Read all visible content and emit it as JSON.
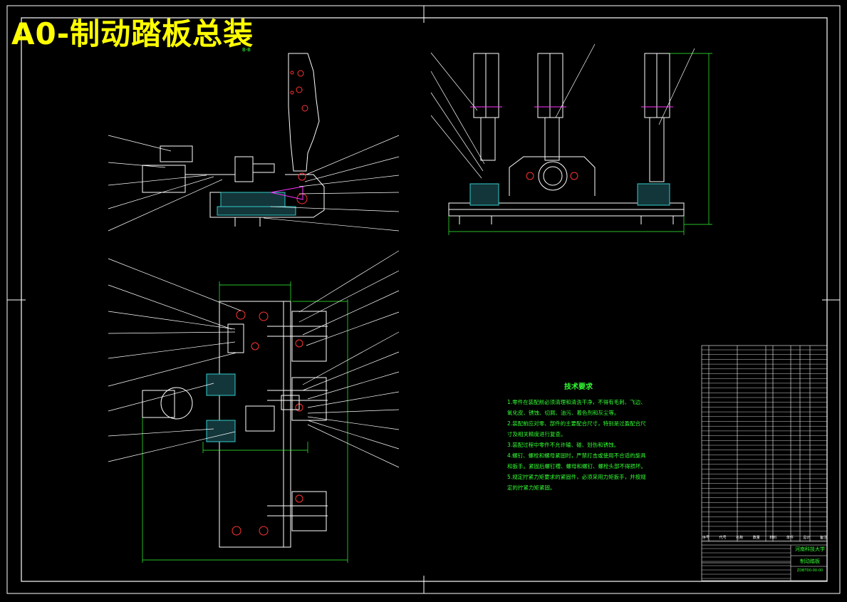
{
  "drawing": {
    "title": "A0-制动踏板总装",
    "section_label": "B-B"
  },
  "technical_requirements": {
    "heading": "技术要求",
    "items": [
      "1.零件在装配前必须清理和清洗干净，不得有毛刺、飞边、氧化皮、锈蚀、切屑、油污、着色剂和灰尘等。",
      "2.装配前应对零、部件的主要配合尺寸，特别是过盈配合尺寸及相关精度进行复查。",
      "3.装配过程中零件不允许磕、碰、划伤和锈蚀。",
      "4.螺钉、螺栓和螺母紧固时，严禁打击或使用不合适的旋具和扳手。紧固后螺钉槽、螺母和螺钉、螺栓头部不得损坏。",
      "5.规定拧紧力矩要求的紧固件，必须采用力矩扳手，并按规定的拧紧力矩紧固。"
    ]
  },
  "title_block": {
    "school": "河南科技大学",
    "drawing_name": "制动踏板",
    "drawing_number": "ZDBT00-00-00",
    "header_cols": [
      "序号",
      "代号",
      "名称",
      "数量",
      "材料",
      "单件",
      "总计",
      "备注"
    ]
  },
  "colors": {
    "background": "#000000",
    "lines": "#ffffff",
    "leaders": "#ffffff",
    "dimensions": "#33ff33",
    "hidden": "#ff3333",
    "hatch": "#33cccc",
    "accent": "#ff33ff",
    "title": "#ffff00"
  }
}
